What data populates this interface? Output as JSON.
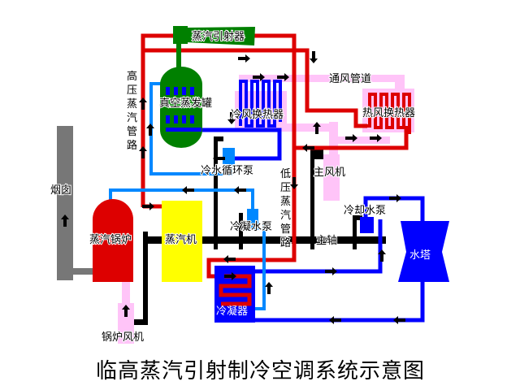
{
  "title": "临高蒸汽引射制冷空调系统示意图",
  "labels": {
    "ejector": "蒸汽引射器",
    "vacuum_tank": "真空蒸发罐",
    "high_pressure_pipe": [
      "高",
      "压",
      "蒸",
      "汽",
      "管",
      "路"
    ],
    "low_pressure_pipe": [
      "低",
      "压",
      "蒸",
      "汽",
      "管",
      "路"
    ],
    "cold_air_exchanger": "冷风换热器",
    "hot_air_exchanger": "热风换热器",
    "vent_duct": "通风管道",
    "cold_water_pump": "冷水循环泵",
    "main_fan": "主风机",
    "chimney": "烟囱",
    "boiler": "蒸汽锅炉",
    "steam_engine": "蒸汽机",
    "condensate_pump": "冷凝水泵",
    "cooling_pump": "冷却水泵",
    "main_shaft": "主轴",
    "cooling_tower": "水塔",
    "condenser": "冷凝器",
    "boiler_fan": "锅炉风机"
  },
  "colors": {
    "steam": "#dd0000",
    "cold_water": "#0000ff",
    "condensate": "#0088ff",
    "air": "#ffc4f8",
    "ejector": "#008000",
    "engine": "#ffff00",
    "chimney": "#777777",
    "shaft": "#000000"
  }
}
